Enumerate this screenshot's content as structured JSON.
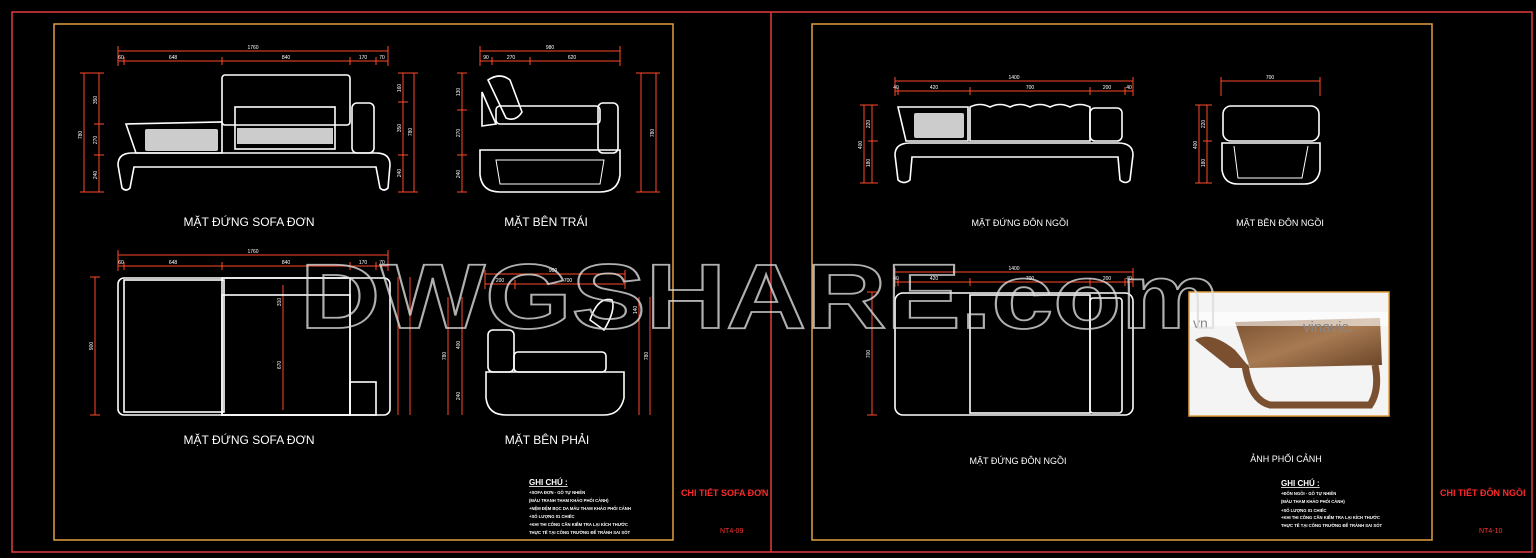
{
  "watermark": "DWGSHARE.com",
  "sheets": [
    {
      "code": "NT4-09",
      "title": "CHI TIẾT SOFA ĐƠN",
      "views": {
        "front_top": "MẶT ĐỨNG SOFA ĐƠN",
        "side_left": "MẶT BÊN TRÁI",
        "front_bottom": "MẶT ĐỨNG SOFA ĐƠN",
        "side_right": "MẶT BÊN PHẢI"
      },
      "dims": {
        "front_total": "1760",
        "front_segs": [
          "60",
          "648",
          "840",
          "170",
          "70"
        ],
        "front_left_total": "780",
        "front_left": [
          "350",
          "270",
          "240"
        ],
        "front_right_total": "780",
        "front_right": [
          "160",
          "350",
          "240"
        ],
        "side_total": "980",
        "side_segs": [
          "90",
          "270",
          "620"
        ],
        "side_left": [
          "130",
          "270",
          "240"
        ],
        "side_right_total": "780",
        "plan_total": "1760",
        "plan_segs": [
          "60",
          "648",
          "840",
          "170",
          "70"
        ],
        "plan_depth": "900",
        "plan_inner": [
          "310",
          "670"
        ],
        "sr_total": "900",
        "sr_segs": [
          "200",
          "700"
        ],
        "sr_left": [
          "780",
          "400",
          "240"
        ],
        "sr_right": [
          "140",
          "780"
        ]
      },
      "notes_heading": "GHI CHÚ :",
      "notes": [
        "+SOFA ĐƠN - GỖ TỰ NHIÊN",
        "(MÀU TRANH THAM KHẢO PHỐI CẢNH)",
        "+NỆM ĐỆM BỌC DA MÀU THAM KHẢO PHỐI CẢNH",
        "+SỐ LƯỢNG 01 CHIẾC",
        "+KHI THI CÔNG CẦN KIỂM TRA LẠI KÍCH THƯỚC",
        "THỰC TẾ TẠI CÔNG TRƯỜNG ĐỂ TRÁNH SAI SÓT"
      ]
    },
    {
      "code": "NT4-10",
      "title": "CHI TIẾT ĐÔN NGỒI",
      "views": {
        "front_top": "MẶT ĐỨNG ĐÔN NGỒI",
        "side": "MẶT BÊN ĐÔN NGỒI",
        "front_bottom": "MẶT ĐỨNG ĐÔN NGỒI",
        "photo": "ẢNH PHỐI CẢNH"
      },
      "dims": {
        "front_total": "1400",
        "front_segs": [
          "40",
          "420",
          "700",
          "200",
          "40"
        ],
        "front_left_total": "400",
        "front_left": [
          "220",
          "180"
        ],
        "side_total": "700",
        "side_left_total": "400",
        "side_left": [
          "220",
          "180"
        ],
        "plan_total": "1400",
        "plan_segs": [
          "40",
          "420",
          "700",
          "200",
          "40"
        ],
        "plan_depth": "700"
      },
      "photo_watermark": [
        "vn",
        "vinavic."
      ],
      "notes_heading": "GHI CHÚ :",
      "notes": [
        "+ĐÔN NGỒI - GỖ TỰ NHIÊN",
        "(MÀU THAM KHẢO PHỐI CẢNH)",
        "+SỐ LƯỢNG 01 CHIẾC",
        "+KHI THI CÔNG CẦN KIỂM TRA LẠI KÍCH THƯỚC",
        "THỰC TẾ TẠI CÔNG TRƯỜNG ĐỂ TRÁNH SAI SÓT"
      ]
    }
  ],
  "colors": {
    "frame": "#e23a3a",
    "inner_frame": "#e0a040",
    "dimension": "#ff4a2a",
    "background": "#000000"
  }
}
